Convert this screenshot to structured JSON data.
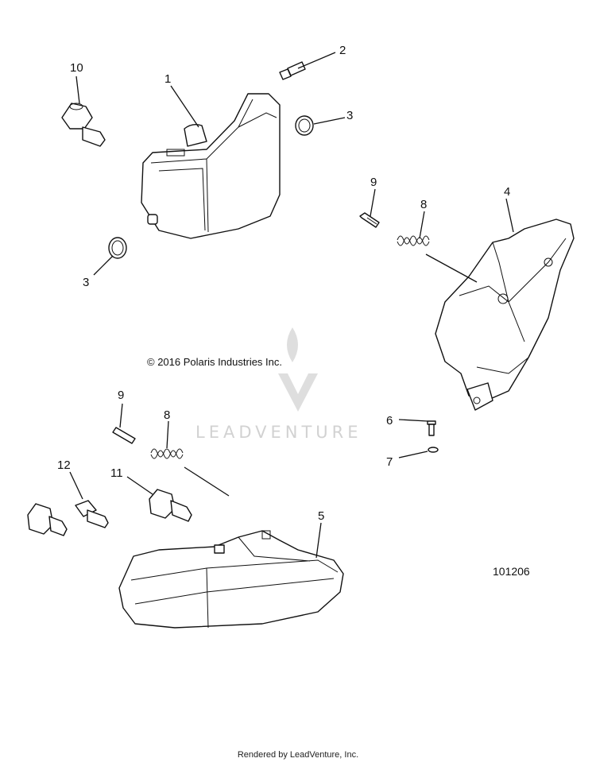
{
  "copyright": "© 2016 Polaris Industries Inc.",
  "watermark": "LEADVENTURE",
  "diagram_number": "101206",
  "footer": "Rendered by LeadVenture, Inc.",
  "callouts": {
    "c1": "1",
    "c2": "2",
    "c3a": "3",
    "c3b": "3",
    "c4": "4",
    "c5": "5",
    "c6": "6",
    "c7": "7",
    "c8a": "8",
    "c8b": "8",
    "c9a": "9",
    "c9b": "9",
    "c10": "10",
    "c11": "11",
    "c12": "12"
  },
  "parts": [
    {
      "no": "1",
      "icon": "headlight-housing-icon"
    },
    {
      "no": "2",
      "icon": "grommet-pin-icon"
    },
    {
      "no": "3",
      "icon": "o-ring-icon"
    },
    {
      "no": "4",
      "icon": "headlight-assembly-icon"
    },
    {
      "no": "5",
      "icon": "headlight-assembly-lower-icon"
    },
    {
      "no": "6",
      "icon": "screw-icon"
    },
    {
      "no": "7",
      "icon": "washer-icon"
    },
    {
      "no": "8",
      "icon": "spring-icon"
    },
    {
      "no": "9",
      "icon": "adjuster-screw-icon"
    },
    {
      "no": "10",
      "icon": "bulb-icon"
    },
    {
      "no": "11",
      "icon": "bulb-icon"
    },
    {
      "no": "12",
      "icon": "bulb-icon"
    }
  ]
}
